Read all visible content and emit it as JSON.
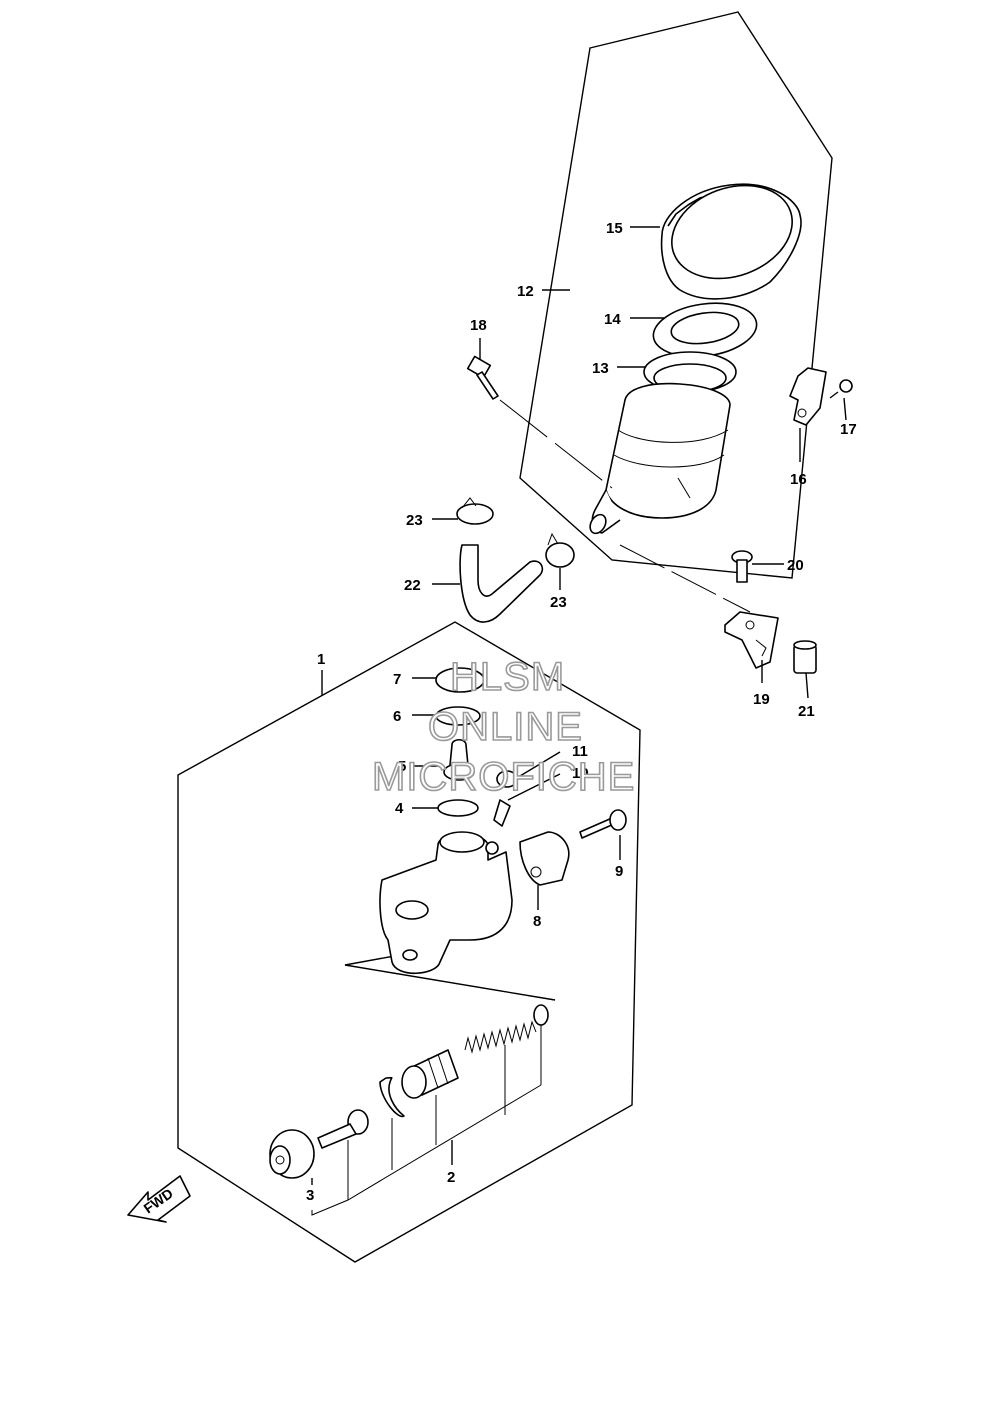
{
  "callouts": {
    "p1": "1",
    "p2": "2",
    "p3": "3",
    "p4": "4",
    "p5": "5",
    "p6": "6",
    "p7": "7",
    "p8": "8",
    "p9": "9",
    "p10": "10",
    "p11": "11",
    "p12": "12",
    "p13": "13",
    "p14": "14",
    "p15": "15",
    "p16": "16",
    "p17": "17",
    "p18": "18",
    "p19": "19",
    "p20": "20",
    "p21": "21",
    "p22": "22",
    "p23a": "23",
    "p23b": "23"
  },
  "watermark": {
    "line1": "HLSM",
    "line2": "ONLINE",
    "line3": "MICROFICHE"
  },
  "fwd_label": "FWD"
}
